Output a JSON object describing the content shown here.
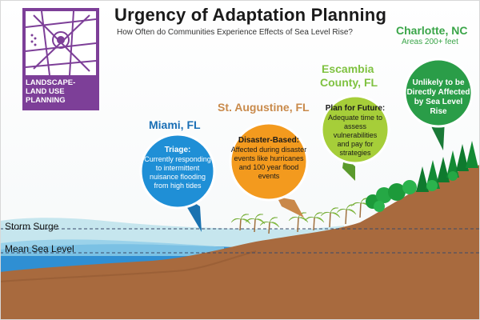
{
  "header": {
    "title": "Urgency of Adaptation Planning",
    "subtitle": "How Often do Communities Experience Effects of Sea Level Rise?"
  },
  "logo": {
    "line1": "LANDSCAPE-",
    "line2": "LAND USE",
    "line3": "PLANNING",
    "icon": "city-map-icon",
    "color": "#7d3f98"
  },
  "levels": {
    "storm_surge": "Storm Surge",
    "mean_sea_level": "Mean Sea Level"
  },
  "locations": [
    {
      "city": "Miami, FL",
      "heading": "Triage:",
      "body": [
        "Currently responding",
        "to intermittent",
        "nuisance flooding",
        "from high tides"
      ],
      "color": "#1f8fd6"
    },
    {
      "city": "St. Augustine, FL",
      "heading": "Disaster-Based:",
      "body": [
        "Affected during disaster",
        "events like hurricanes",
        "and 100 year flood",
        "events"
      ],
      "color": "#f39a1e"
    },
    {
      "city": "Escambia",
      "city2": "County, FL",
      "heading": "Plan for Future:",
      "body": [
        "Adequate time to",
        "assess vulnerabilities",
        "and pay for",
        "strategies"
      ],
      "color": "#a6ce39"
    },
    {
      "city": "Charlotte, NC",
      "city_note": "Areas 200+ feet",
      "heading": "",
      "body": [
        "Unlikely to be",
        "Directly Affected",
        "by Sea Level Rise"
      ],
      "color": "#2a9d48"
    }
  ],
  "colors": {
    "miami_city": "#1a6fb5",
    "staug_city": "#c98a4b",
    "escambia_city": "#7fc241",
    "charlotte_city": "#3aa548",
    "ground": "#a86a3e",
    "water_deep": "#2f8fd3",
    "water_light": "#bfe3ec"
  }
}
